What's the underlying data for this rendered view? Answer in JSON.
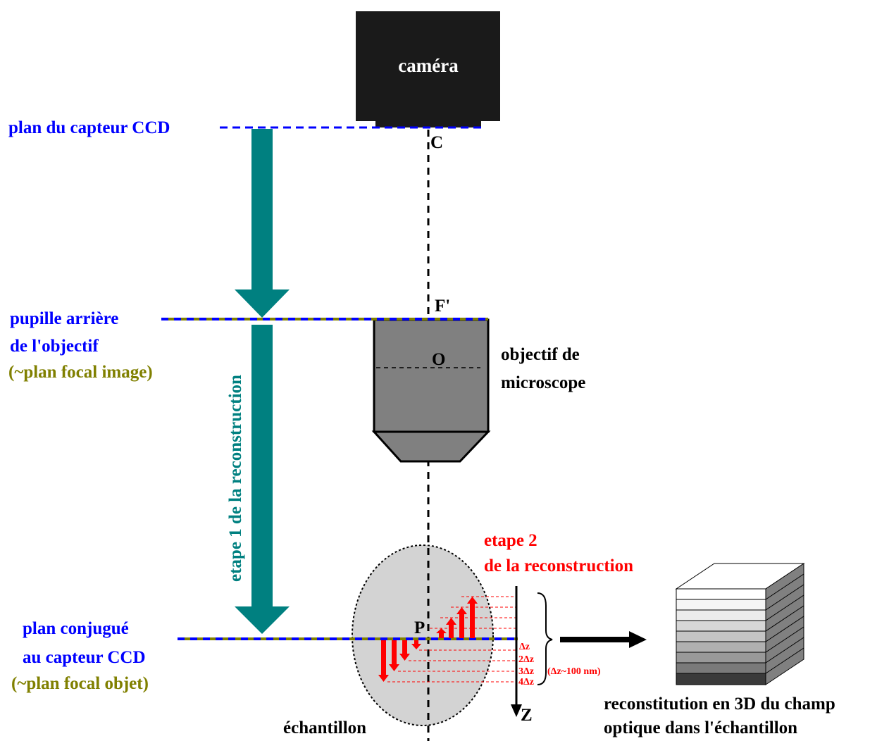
{
  "colors": {
    "blue": "#0000ff",
    "olive": "#808000",
    "teal": "#008080",
    "red": "#ff0000",
    "camera": "#1a1a1a",
    "objective": "#808080",
    "sample": "#d3d3d3"
  },
  "labels": {
    "camera": "caméra",
    "point_c": "C",
    "point_f": "F'",
    "point_o": "O",
    "point_p": "P",
    "ccd_plane": "plan du capteur CCD",
    "pupil_line1": "pupille arrière",
    "pupil_line2": "de l'objectif",
    "pupil_focal": "(~plan focal image)",
    "objective_line1": "objectif de",
    "objective_line2": "microscope",
    "step1": "etape 1 de la reconstruction",
    "step2_line1": "etape 2",
    "step2_line2": "de la reconstruction",
    "conj_line1": "plan conjugué",
    "conj_line2": "au capteur CCD",
    "conj_focal": "(~plan focal objet)",
    "dz1": "Δz",
    "dz2": "2Δz",
    "dz3": "3Δz",
    "dz4": "4Δz",
    "dz_value": "(Δz~100 nm)",
    "z_axis": "Z",
    "sample": "échantillon",
    "recon_line1": "reconstitution en 3D du champ",
    "recon_line2": "optique dans l'échantillon"
  }
}
